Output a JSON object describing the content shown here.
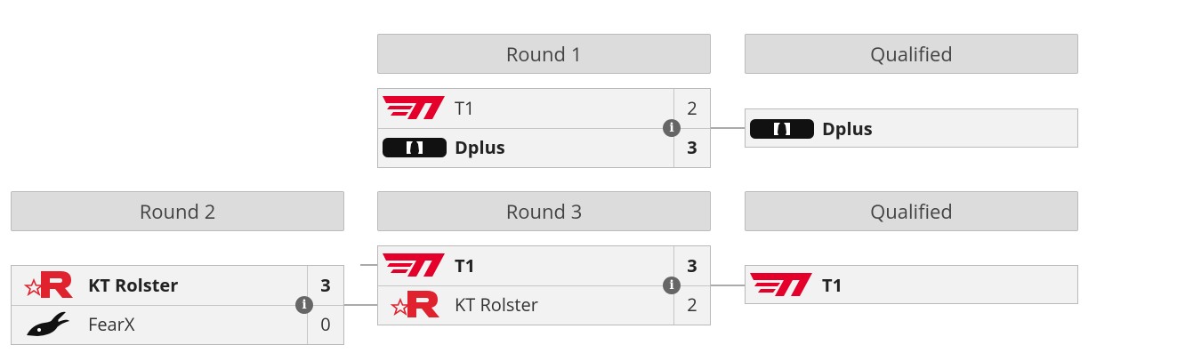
{
  "headers": {
    "round1": "Round 1",
    "qualified_top": "Qualified",
    "round2": "Round 2",
    "round3": "Round 3",
    "qualified_bottom": "Qualified"
  },
  "round1_match": {
    "team1": {
      "name": "T1",
      "score": "2",
      "logo": "t1-logo"
    },
    "team2": {
      "name": "Dplus",
      "score": "3",
      "logo": "dplus-logo"
    },
    "info": "i"
  },
  "qualified_top": {
    "name": "Dplus",
    "logo": "dplus-logo"
  },
  "round2_match": {
    "team1": {
      "name": "KT Rolster",
      "score": "3",
      "logo": "kt-rolster-logo"
    },
    "team2": {
      "name": "FearX",
      "score": "0",
      "logo": "fearx-logo"
    },
    "info": "i"
  },
  "round3_match": {
    "team1": {
      "name": "T1",
      "score": "3",
      "logo": "t1-logo"
    },
    "team2": {
      "name": "KT Rolster",
      "score": "2",
      "logo": "kt-rolster-logo"
    },
    "info": "i"
  },
  "qualified_bottom": {
    "name": "T1",
    "logo": "t1-logo"
  },
  "colors": {
    "t1_red": "#e4002b",
    "kt_red": "#e0222f",
    "dplus_black": "#111111",
    "header_bg": "#dcdcdc",
    "cell_bg": "#f2f2f2",
    "line": "#aaaaaa"
  }
}
